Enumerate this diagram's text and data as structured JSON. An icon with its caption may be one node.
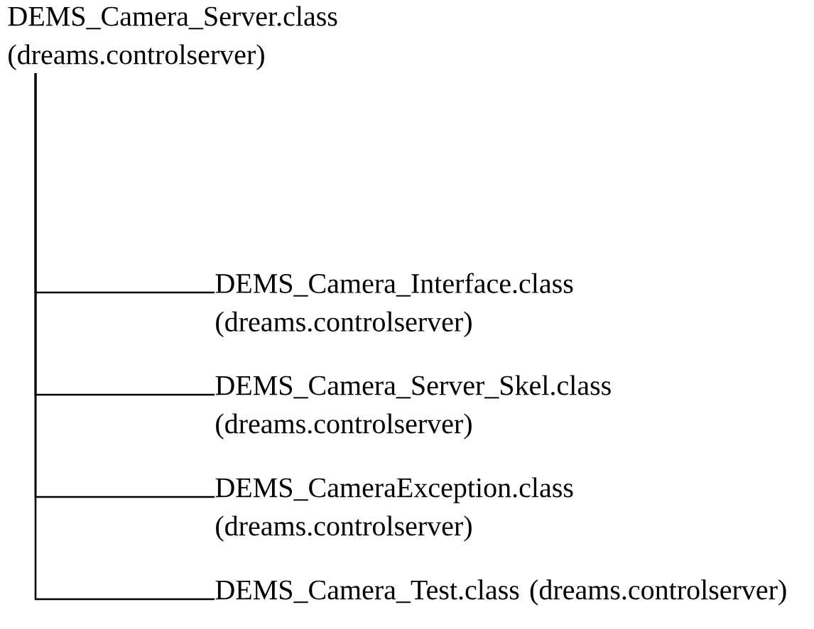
{
  "diagram": {
    "nodes": [
      {
        "text": [
          "DEMS_Camera_Server.class (dreams.controlserver)"
        ]
      },
      {
        "text": [
          "DEMS_Camera_Interface.class (dreams.controlserver)"
        ]
      },
      {
        "text": [
          "DEMS_Camera_Server_Skel.class (dreams.controlserver)"
        ]
      },
      {
        "text": [
          "DEMS_CameraException.class (dreams.controlserver)"
        ]
      },
      {
        "text": [
          "DEMS_Camera_Test.class (dreams.controlserver)"
        ]
      }
    ],
    "edges": [
      {
        "from": 0,
        "to": 1,
        "arrow": "none"
      },
      {
        "from": 0,
        "to": 2,
        "arrow": "none"
      },
      {
        "from": 0,
        "to": 3,
        "arrow": "none"
      },
      {
        "from": 0,
        "to": 4,
        "arrow": "none"
      }
    ]
  }
}
